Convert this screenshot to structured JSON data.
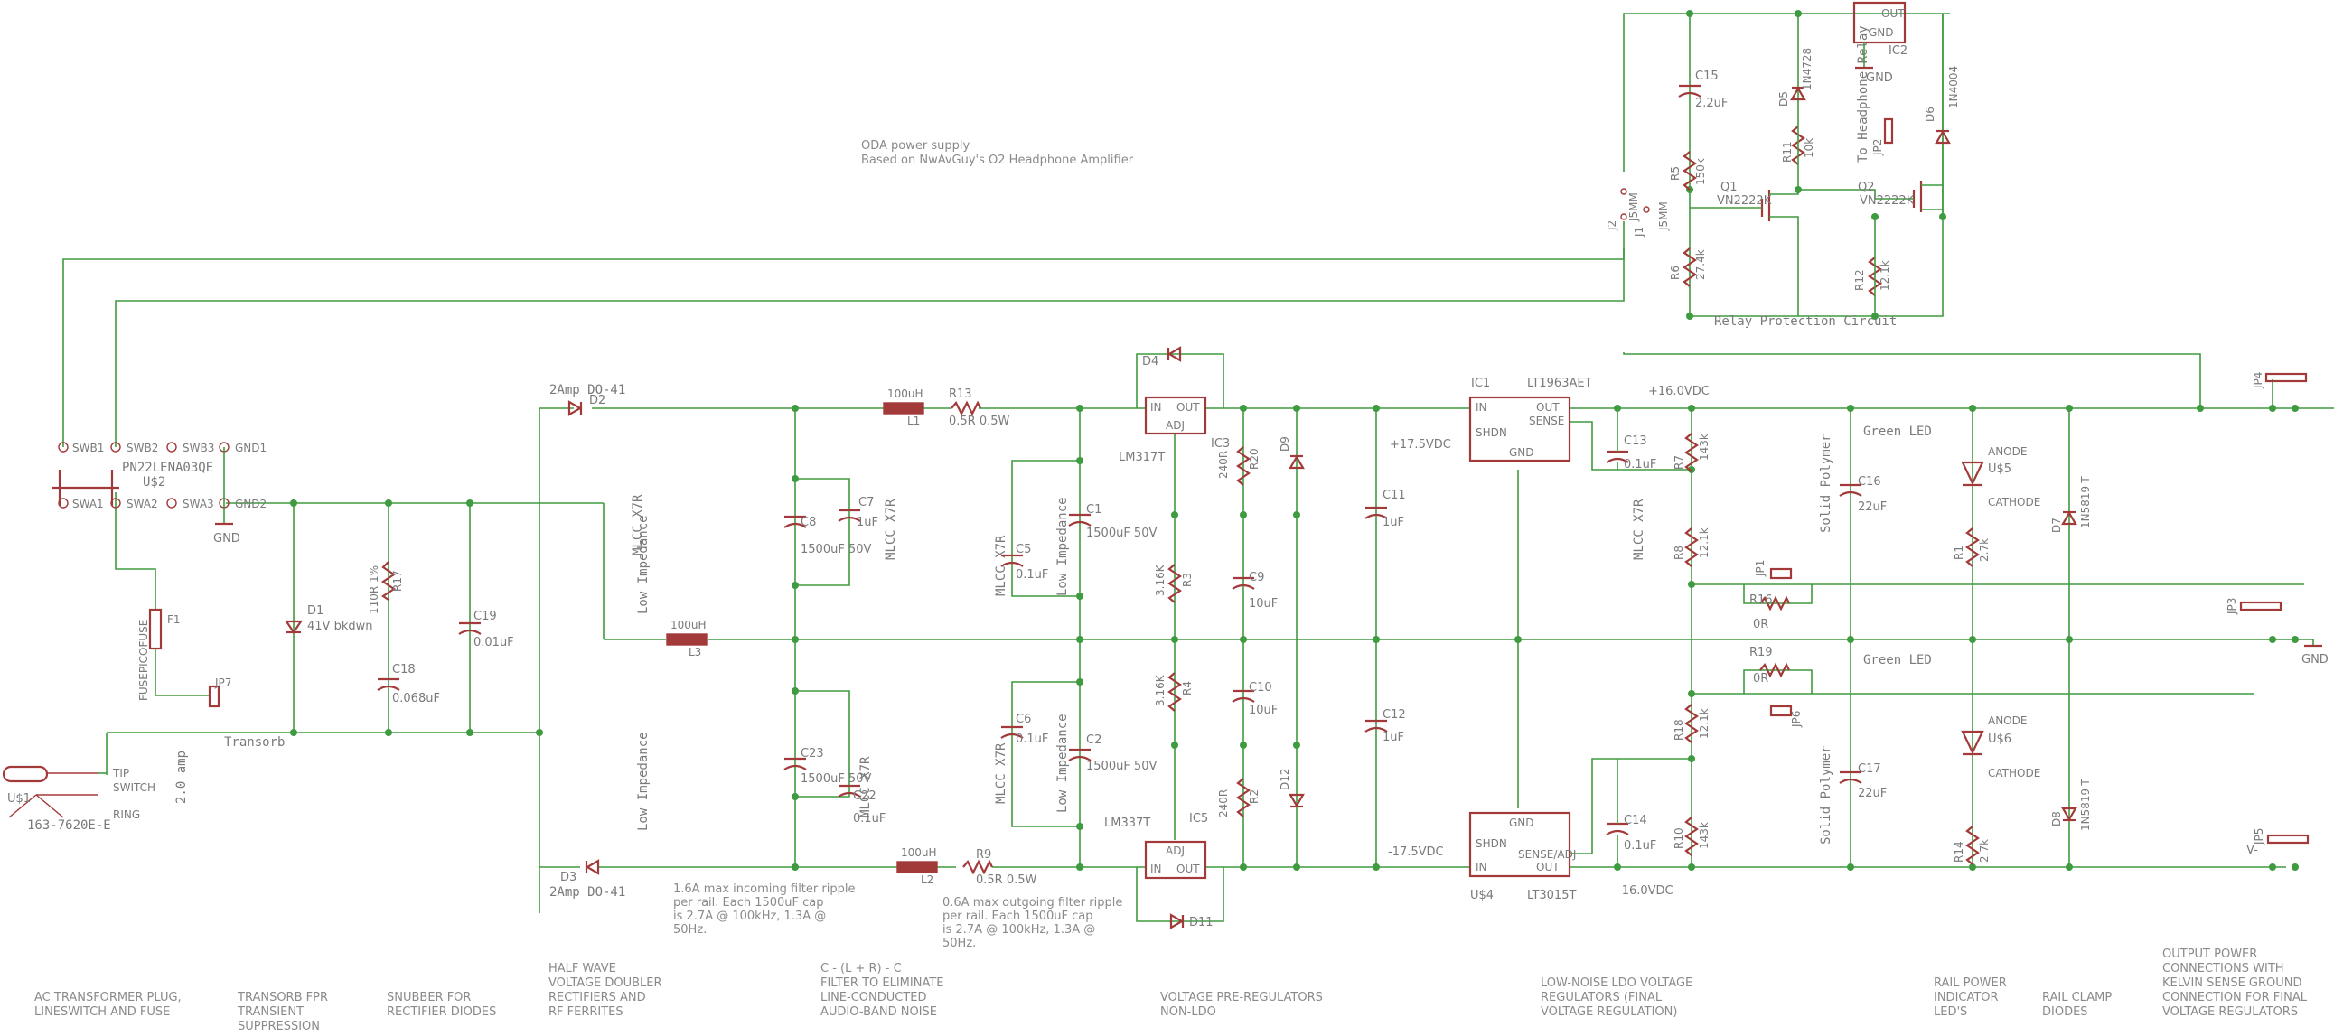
{
  "title_lines": [
    "ODA power supply",
    "Based on NwAvGuy's O2 Headphone Amplifier"
  ],
  "sections": [
    {
      "id": "ac",
      "lines": [
        "AC TRANSFORMER PLUG,",
        "LINESWITCH AND FUSE"
      ]
    },
    {
      "id": "tvs",
      "lines": [
        "TRANSORB FPR",
        "TRANSIENT",
        "SUPPRESSION"
      ]
    },
    {
      "id": "snub",
      "lines": [
        "SNUBBER FOR",
        "RECTIFIER DIODES"
      ]
    },
    {
      "id": "hw",
      "lines": [
        "HALF WAVE",
        "VOLTAGE DOUBLER",
        "RECTIFIERS AND",
        "RF FERRITES"
      ]
    },
    {
      "id": "clc",
      "lines": [
        "C - (L + R) - C",
        "FILTER TO ELIMINATE",
        "LINE-CONDUCTED",
        "AUDIO-BAND NOISE"
      ]
    },
    {
      "id": "pre",
      "lines": [
        "VOLTAGE PRE-REGULATORS",
        "NON-LDO"
      ]
    },
    {
      "id": "ldo",
      "lines": [
        "LOW-NOISE LDO VOLTAGE",
        "REGULATORS (FINAL",
        "VOLTAGE REGULATION)"
      ]
    },
    {
      "id": "led",
      "lines": [
        "RAIL POWER",
        "INDICATOR",
        "LED'S"
      ]
    },
    {
      "id": "clamp",
      "lines": [
        "RAIL CLAMP",
        "DIODES"
      ]
    },
    {
      "id": "out",
      "lines": [
        "OUTPUT POWER",
        "CONNECTIONS WITH",
        "KELVIN SENSE GROUND",
        "CONNECTION FOR FINAL",
        "VOLTAGE REGULATORS"
      ]
    }
  ],
  "notes": {
    "ripple_in": [
      "1.6A max incoming filter ripple",
      "per rail.  Each 1500uF cap",
      "is 2.7A @ 100kHz, 1.3A @",
      "50Hz."
    ],
    "ripple_out": [
      "0.6A max outgoing filter ripple",
      "per rail.  Each 1500uF cap",
      "is 2.7A @ 100kHz, 1.3A @",
      "50Hz."
    ],
    "relay_box": "Relay Protection Circuit",
    "to_headphone": "To Headphone Relay",
    "transorb": "Transorb",
    "v_pos_reg": "+17.5VDC",
    "v_neg_reg": "-17.5VDC",
    "v_pos_out": "+16.0VDC",
    "v_neg_out": "-16.0VDC",
    "green_led_1": "Green LED",
    "green_led_2": "Green LED",
    "solid_polymer_1": "Solid Polymer",
    "solid_polymer_2": "Solid Polymer",
    "low_imp_1": "Low Impedance",
    "low_imp_2": "Low Impedance",
    "low_imp_3": "Low Impedance",
    "low_imp_4": "Low Impedance",
    "mlcc_x7r": "MLCC X7R",
    "amp": "2.0 amp"
  },
  "labels": {
    "D2": "D2",
    "D2v": "2Amp DO-41",
    "D3": "D3",
    "D3v": "2Amp DO-41",
    "L1v": "100uH",
    "L1": "L1",
    "L2v": "100uH",
    "L2": "L2",
    "L3v": "100uH",
    "L3": "L3",
    "R13": "R13",
    "R13v": "0.5R 0.5W",
    "R9": "R9",
    "R9v": "0.5R 0.5W",
    "C8": "C8",
    "C8v": "1500uF 50V",
    "C7": "C7",
    "C7v": "1uF",
    "C23": "C23",
    "C23v": "1500uF 50V",
    "C22": "C22",
    "C22v": "0.1uF",
    "C5": "C5",
    "C5v": "0.1uF",
    "C6": "C6",
    "C6v": "0.1uF",
    "C1": "C1",
    "C1v": "1500uF 50V",
    "C2": "C2",
    "C2v": "1500uF 50V",
    "IC3": "IC3",
    "IC3p": "LM317T",
    "IC5": "IC5",
    "IC5p": "LM337T",
    "reg_in": "IN",
    "reg_out": "OUT",
    "reg_adj": "ADJ",
    "D4": "D4",
    "D11": "D11",
    "D9": "D9",
    "D12": "D12",
    "R20": "R20",
    "R20v": "240R",
    "R2": "R2",
    "R2v": "240R",
    "R3": "R3",
    "R3v": "3.16K",
    "R4": "R4",
    "R4v": "3.16K",
    "C9": "C9",
    "C9v": "10uF",
    "C10": "C10",
    "C10v": "10uF",
    "C11": "C11",
    "C11v": "1uF",
    "C12": "C12",
    "C12v": "1uF",
    "IC1": "IC1",
    "IC1p": "LT1963AET",
    "U4": "U$4",
    "U4p": "LT3015T",
    "ldo_in": "IN",
    "ldo_out": "OUT",
    "ldo_sense": "SENSE",
    "ldo_gnd": "GND",
    "ldo_shdn": "SHDN",
    "ldo_senseadj": "SENSE/ADJ",
    "C13": "C13",
    "C13v": "0.1uF",
    "C14": "C14",
    "C14v": "0.1uF",
    "R7": "R7",
    "R7v": "143k",
    "R8": "R8",
    "R8v": "12.1k",
    "R18": "R18",
    "R18v": "12.1k",
    "R10": "R10",
    "R10v": "143k",
    "R16": "R16",
    "R16v": "0R",
    "R19": "R19",
    "R19v": "0R",
    "JP1": "JP1",
    "JP6": "JP6",
    "C16": "C16",
    "C16v": "22uF",
    "C17": "C17",
    "C17v": "22uF",
    "U5": "U$5",
    "U6": "U$6",
    "anode": "ANODE",
    "cathode": "CATHODE",
    "R1": "R1",
    "R1v": "2.7k",
    "R14": "R14",
    "R14v": "2.7k",
    "D7": "D7",
    "D7v": "1N5819-T",
    "D8": "D8",
    "D8v": "1N5819-T",
    "JP4": "JP4",
    "JP3": "JP3",
    "JP5": "JP5",
    "gnd_out": "GND",
    "v_minus": "V-",
    "SW_swb1": "SWB1",
    "SW_swb2": "SWB2",
    "SW_swb3": "SWB3",
    "SW_gnd1": "GND1",
    "SW_swa1": "SWA1",
    "SW_swa2": "SWA2",
    "SW_swa3": "SWA3",
    "SW_gnd2": "GND2",
    "SW_part": "PN22LENA03QE",
    "SW_name": "U$2",
    "gnd_sym": "GND",
    "F1": "F1",
    "F1p": "FUSEPICOFUSE",
    "JP7": "JP7",
    "D1": "D1",
    "D1v": "41V bkdwn",
    "R17": "R17",
    "R17v": "110R 1%",
    "C18": "C18",
    "C18v": "0.068uF",
    "C19": "C19",
    "C19v": "0.01uF",
    "U1": "U$1",
    "U1p": "163-7620E-E",
    "tip": "TIP",
    "switch": "SWITCH",
    "ring": "RING",
    "C15": "C15",
    "C15v": "2.2uF",
    "R5": "R5",
    "R5v": "150k",
    "R6": "R6",
    "R6v": "27.4k",
    "R11": "R11",
    "R11v": "10k",
    "R12": "R12",
    "R12v": "12.1k",
    "D5": "D5",
    "D5v": "1N4728",
    "D6": "D6",
    "D6v": "1N4004",
    "Q1": "Q1",
    "Q1p": "VN2222K",
    "Q2": "Q2",
    "Q2p": "VN2222K",
    "J2": "J2",
    "J1": "J1",
    "jmm": "J5MM",
    "JP2": "JP2",
    "IC2": "IC2",
    "ic2_out": "OUT",
    "ic2_gnd": "GND",
    "gnd2": "GND"
  }
}
